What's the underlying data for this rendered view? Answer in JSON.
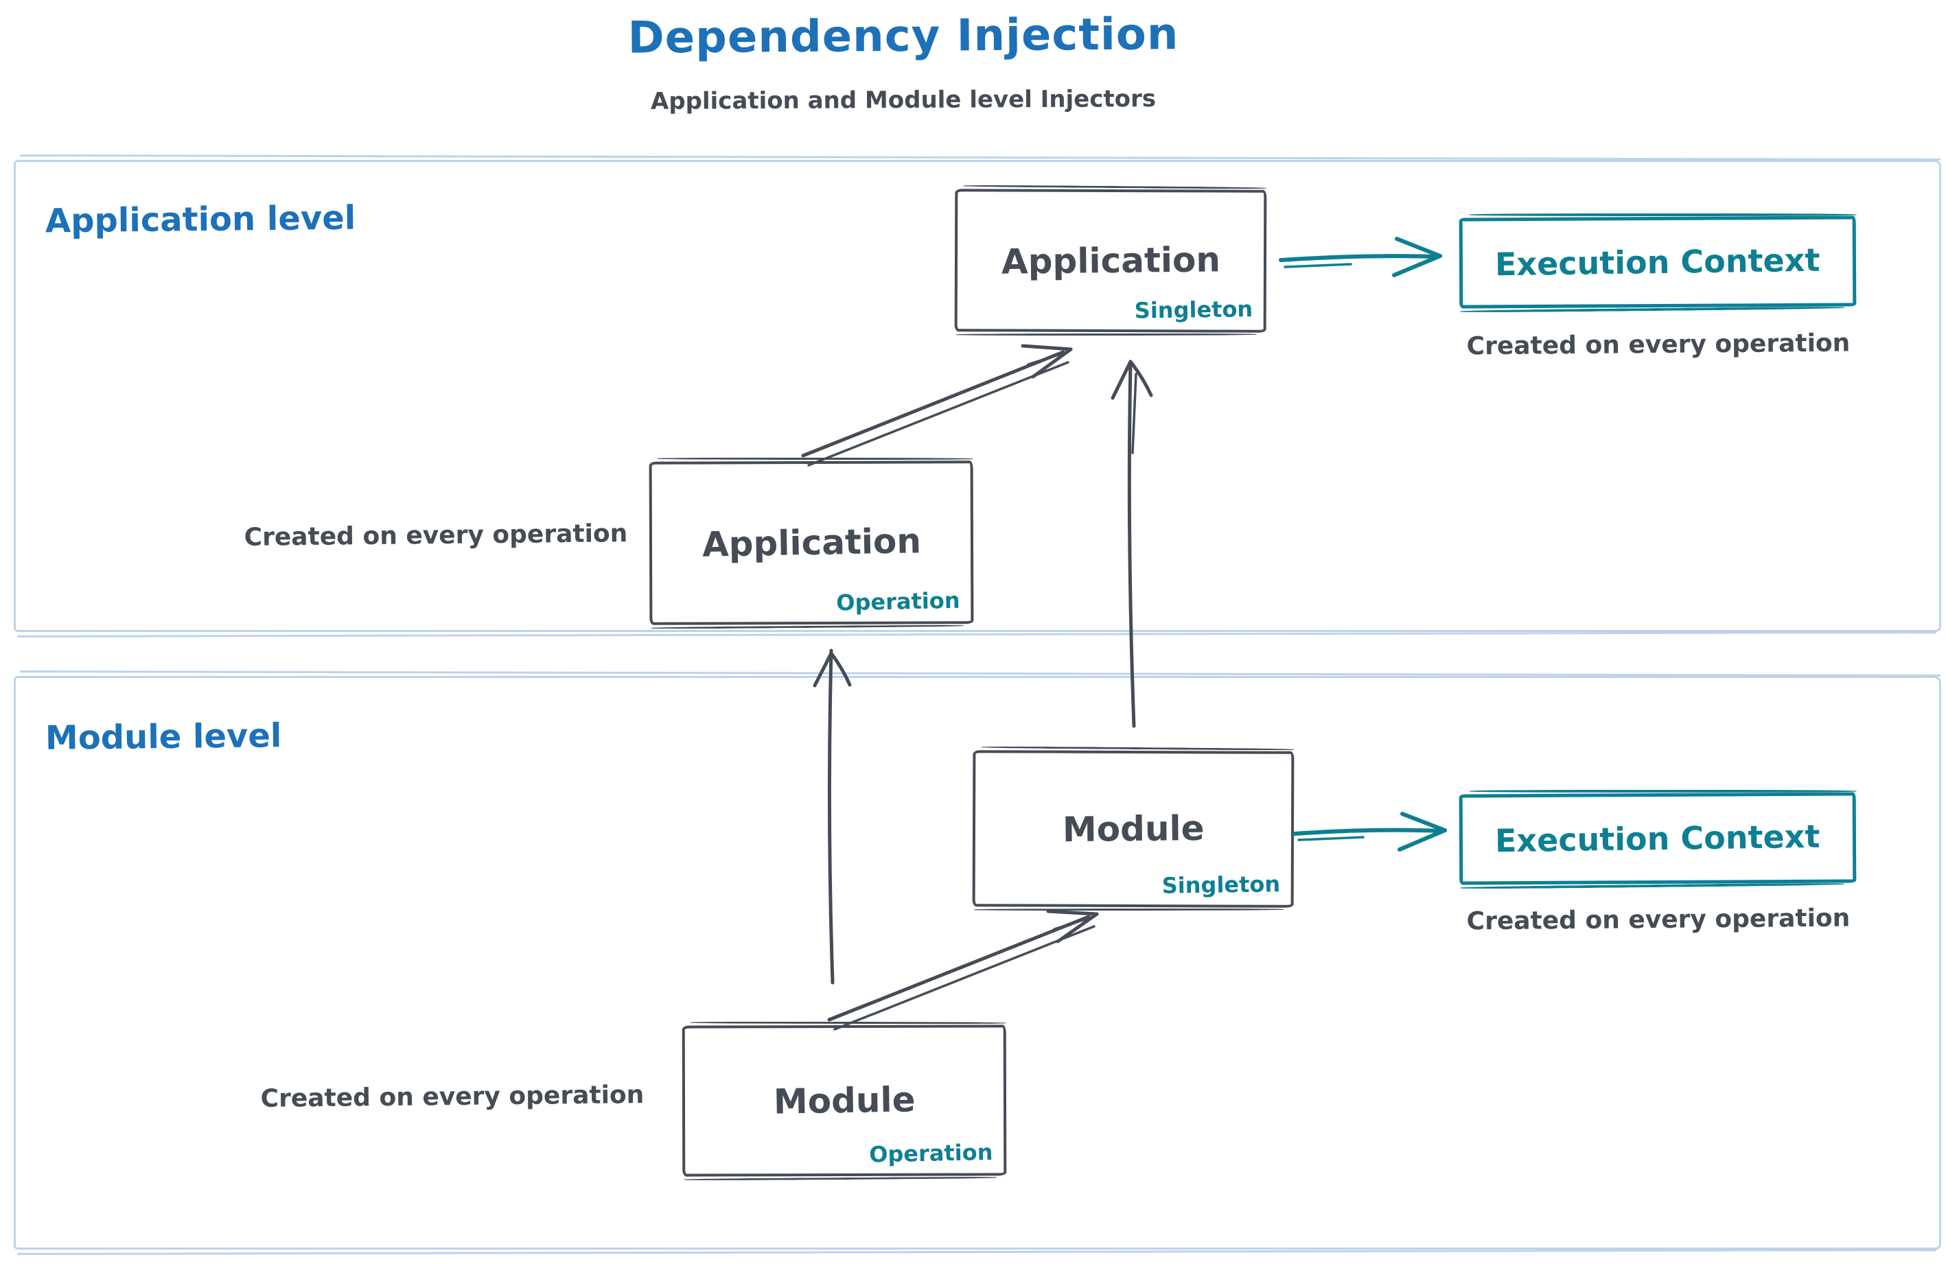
{
  "diagram": {
    "title": "Dependency Injection",
    "subtitle": "Application and Module level Injectors"
  },
  "colors": {
    "accent_blue": "#1d71b8",
    "accent_teal": "#0e7f93",
    "ink": "#454c55",
    "container_border": "#bdd3ea"
  },
  "sections": {
    "application": {
      "label": "Application level"
    },
    "module": {
      "label": "Module level"
    }
  },
  "nodes": {
    "app_singleton": {
      "title": "Application",
      "badge": "Singleton"
    },
    "app_operation": {
      "title": "Application",
      "badge": "Operation"
    },
    "module_singleton": {
      "title": "Module",
      "badge": "Singleton"
    },
    "module_operation": {
      "title": "Module",
      "badge": "Operation"
    },
    "app_exec_context": {
      "title": "Execution Context",
      "caption": "Created on every operation"
    },
    "module_exec_context": {
      "title": "Execution Context",
      "caption": "Created on every operation"
    }
  },
  "notes": {
    "app_operation": "Created on every operation",
    "module_operation": "Created on every operation"
  }
}
